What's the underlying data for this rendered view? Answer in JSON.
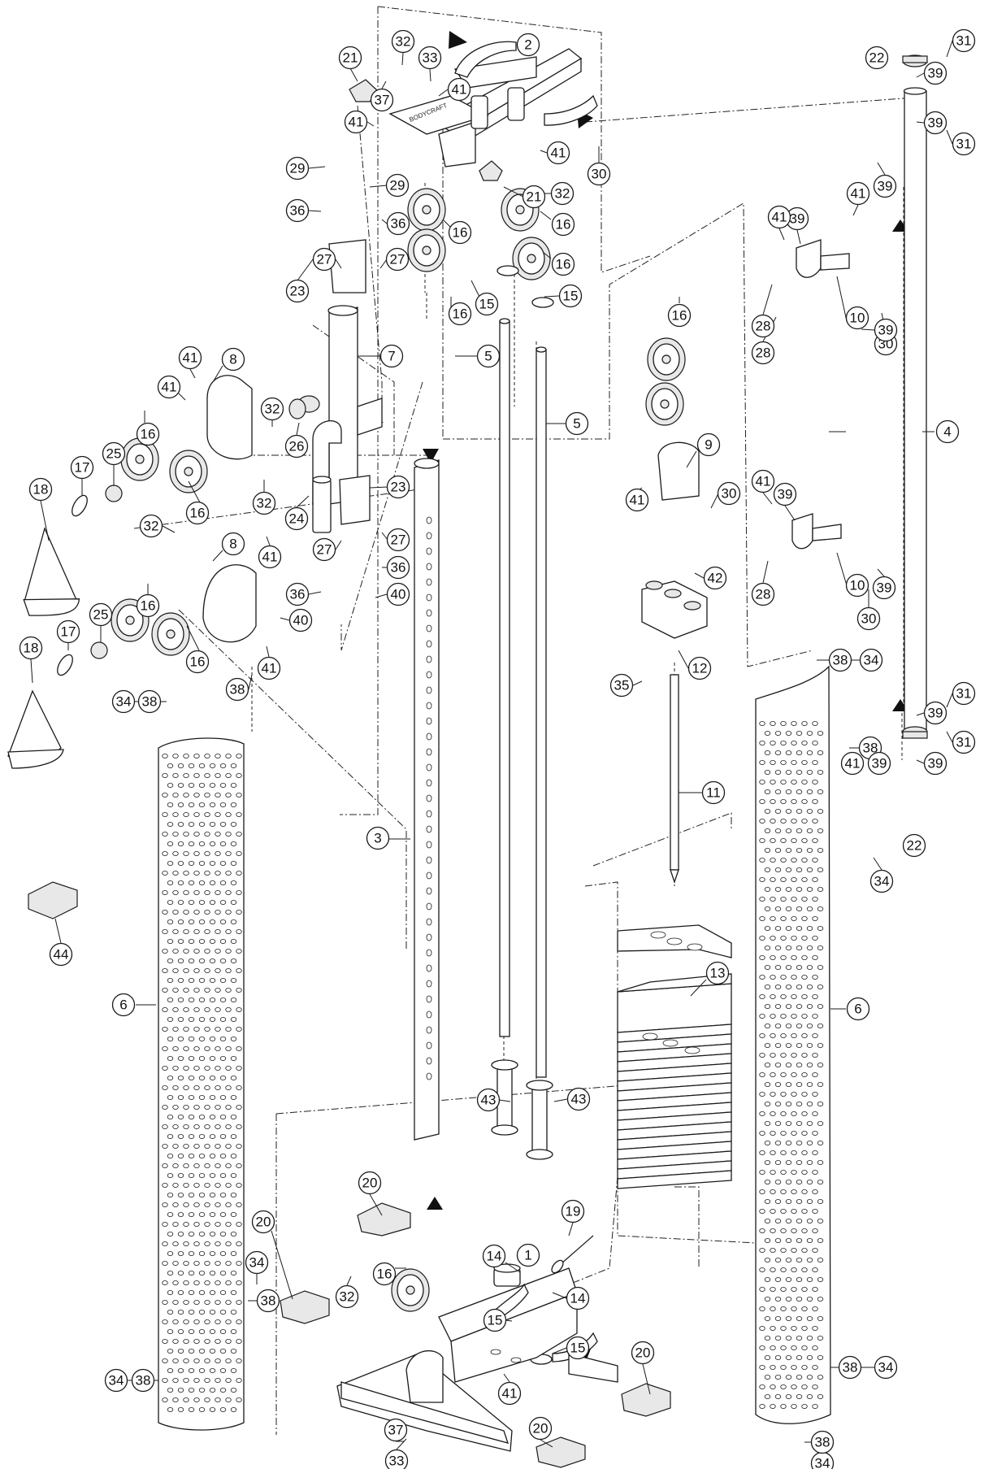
{
  "diagram": {
    "type": "exploded parts diagram",
    "brand_mark": "BODYCRAFT",
    "callouts": [
      "1",
      "2",
      "3",
      "4",
      "5",
      "6",
      "7",
      "8",
      "9",
      "10",
      "11",
      "12",
      "13",
      "14",
      "15",
      "16",
      "17",
      "18",
      "19",
      "20",
      "21",
      "22",
      "23",
      "24",
      "25",
      "26",
      "27",
      "28",
      "29",
      "30",
      "31",
      "32",
      "33",
      "34",
      "35",
      "36",
      "37",
      "38",
      "39",
      "40",
      "41",
      "42",
      "43",
      "44"
    ],
    "colors": {
      "line": "#1a1a1a",
      "background": "#ffffff",
      "fill": "#e8e8e8"
    }
  }
}
